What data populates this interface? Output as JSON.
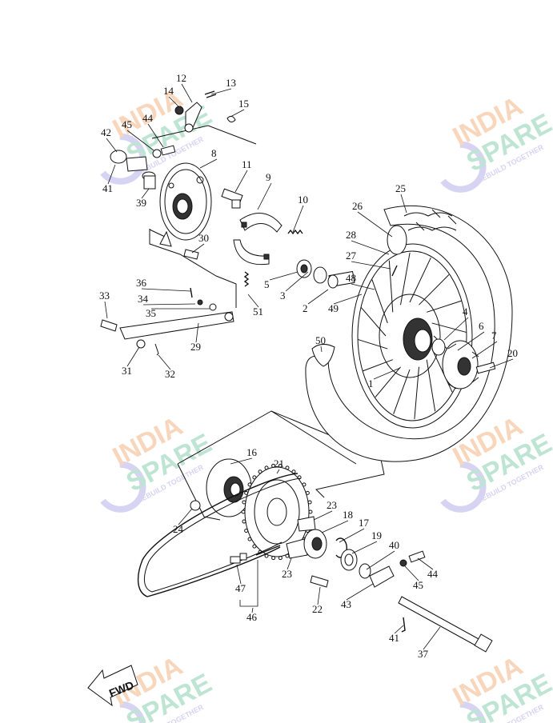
{
  "parts": [
    {
      "id": "p1",
      "label": "1"
    },
    {
      "id": "p2",
      "label": "2"
    },
    {
      "id": "p3",
      "label": "3"
    },
    {
      "id": "p4",
      "label": "4"
    },
    {
      "id": "p5",
      "label": "5"
    },
    {
      "id": "p6",
      "label": "6"
    },
    {
      "id": "p7",
      "label": "7"
    },
    {
      "id": "p8",
      "label": "8"
    },
    {
      "id": "p9",
      "label": "9"
    },
    {
      "id": "p10",
      "label": "10"
    },
    {
      "id": "p11",
      "label": "11"
    },
    {
      "id": "p12",
      "label": "12"
    },
    {
      "id": "p13",
      "label": "13"
    },
    {
      "id": "p14",
      "label": "14"
    },
    {
      "id": "p15",
      "label": "15"
    },
    {
      "id": "p16",
      "label": "16"
    },
    {
      "id": "p17",
      "label": "17"
    },
    {
      "id": "p18",
      "label": "18"
    },
    {
      "id": "p19",
      "label": "19"
    },
    {
      "id": "p20",
      "label": "20"
    },
    {
      "id": "p21",
      "label": "21"
    },
    {
      "id": "p22",
      "label": "22"
    },
    {
      "id": "p23a",
      "label": "23"
    },
    {
      "id": "p23b",
      "label": "23"
    },
    {
      "id": "p24",
      "label": "24"
    },
    {
      "id": "p25",
      "label": "25"
    },
    {
      "id": "p26",
      "label": "26"
    },
    {
      "id": "p27",
      "label": "27"
    },
    {
      "id": "p28",
      "label": "28"
    },
    {
      "id": "p29",
      "label": "29"
    },
    {
      "id": "p30",
      "label": "30"
    },
    {
      "id": "p31",
      "label": "31"
    },
    {
      "id": "p32",
      "label": "32"
    },
    {
      "id": "p33",
      "label": "33"
    },
    {
      "id": "p34",
      "label": "34"
    },
    {
      "id": "p35",
      "label": "35"
    },
    {
      "id": "p36",
      "label": "36"
    },
    {
      "id": "p37",
      "label": "37"
    },
    {
      "id": "p39",
      "label": "39"
    },
    {
      "id": "p40",
      "label": "40"
    },
    {
      "id": "p41a",
      "label": "41"
    },
    {
      "id": "p41b",
      "label": "41"
    },
    {
      "id": "p42",
      "label": "42"
    },
    {
      "id": "p43",
      "label": "43"
    },
    {
      "id": "p44a",
      "label": "44"
    },
    {
      "id": "p44b",
      "label": "44"
    },
    {
      "id": "p45a",
      "label": "45"
    },
    {
      "id": "p45b",
      "label": "45"
    },
    {
      "id": "p46",
      "label": "46"
    },
    {
      "id": "p47",
      "label": "47"
    },
    {
      "id": "p48",
      "label": "48"
    },
    {
      "id": "p49",
      "label": "49"
    },
    {
      "id": "p50",
      "label": "50"
    },
    {
      "id": "p51",
      "label": "51"
    }
  ],
  "fwd_label": "FWD",
  "watermark": {
    "line1": "INDIA",
    "line2": "SPARE",
    "tagline": "REBUILD TOGETHER",
    "color_orange": "#f6c8a4",
    "color_green": "#a9dcc4",
    "color_blue": "#c9c4ef"
  }
}
